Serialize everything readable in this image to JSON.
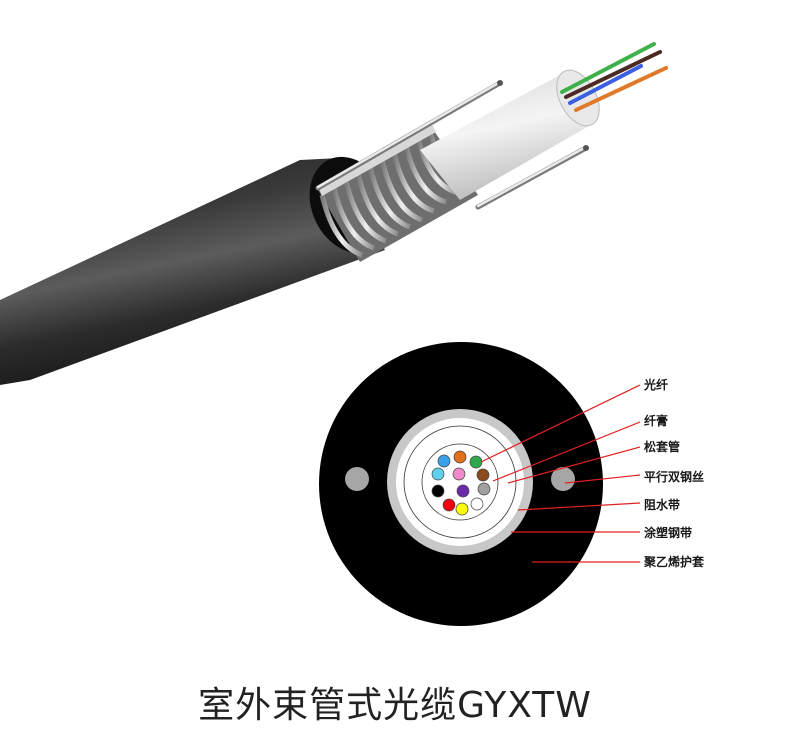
{
  "title": "室外束管式光缆GYXTW",
  "cable_3d": {
    "fiber_colors": [
      "#3fb14a",
      "#4a2a22",
      "#3b5fe0",
      "#e07a2a"
    ],
    "jacket_color": "#2b2b2b"
  },
  "cross_section": {
    "jacket_color": "#000000",
    "armor_color": "#c8c8c8",
    "steel_wire_color": "#a6a6a6",
    "fibers": [
      {
        "color": "#3aa0e8"
      },
      {
        "color": "#e0701a"
      },
      {
        "color": "#2ea84a"
      },
      {
        "color": "#60d0ea"
      },
      {
        "color": "#f08ac8"
      },
      {
        "color": "#8a4a1a"
      },
      {
        "color": "#000000"
      },
      {
        "color": "#6a2aa8"
      },
      {
        "color": "#a0a0a0"
      },
      {
        "color": "#f00010"
      },
      {
        "color": "#ffff00"
      },
      {
        "color": "#ffffff"
      }
    ]
  },
  "leader_color": "#e02020",
  "labels": [
    {
      "text": "光纤"
    },
    {
      "text": "纤膏"
    },
    {
      "text": "松套管"
    },
    {
      "text": "平行双钢丝"
    },
    {
      "text": "阻水带"
    },
    {
      "text": "涂塑钢带"
    },
    {
      "text": "聚乙烯护套"
    }
  ]
}
